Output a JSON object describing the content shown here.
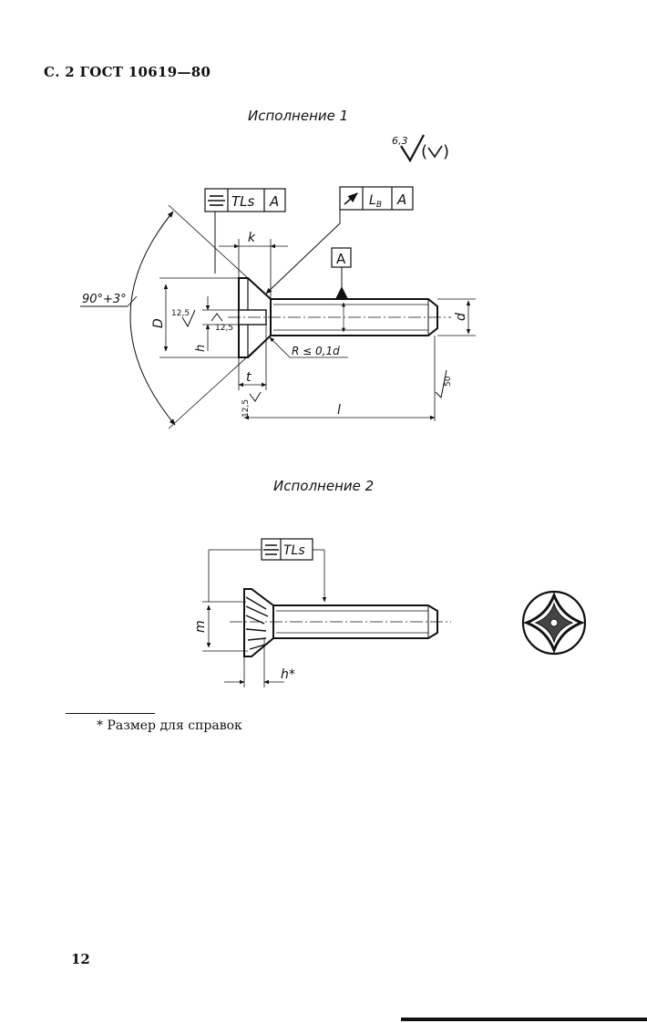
{
  "header": {
    "text": "С. 2 ГОСТ 10619—80"
  },
  "variant1": {
    "caption": "Исполнение 1",
    "roughness_top": "6,3",
    "frame_left": {
      "symbol": "⌯",
      "tolerance": "TLs",
      "datum": "A"
    },
    "frame_right": {
      "symbol": "↗",
      "tolerance": "LB",
      "datum": "A"
    },
    "datum_label": "A",
    "angle": "90°+3°",
    "labels": {
      "k": "k",
      "D": "D",
      "h": "h",
      "t": "t",
      "d": "d",
      "l": "l",
      "radius": "R ≤ 0,1d",
      "rough1": "12,5",
      "rough2": "12,5",
      "rough3": "12,5",
      "rough4": "50"
    }
  },
  "variant2": {
    "caption": "Исполнение 2",
    "frame": {
      "symbol": "⌯",
      "tolerance": "TLs"
    },
    "labels": {
      "m": "m",
      "h": "h*"
    }
  },
  "footnote": "* Размер для справок",
  "page_number": "12"
}
